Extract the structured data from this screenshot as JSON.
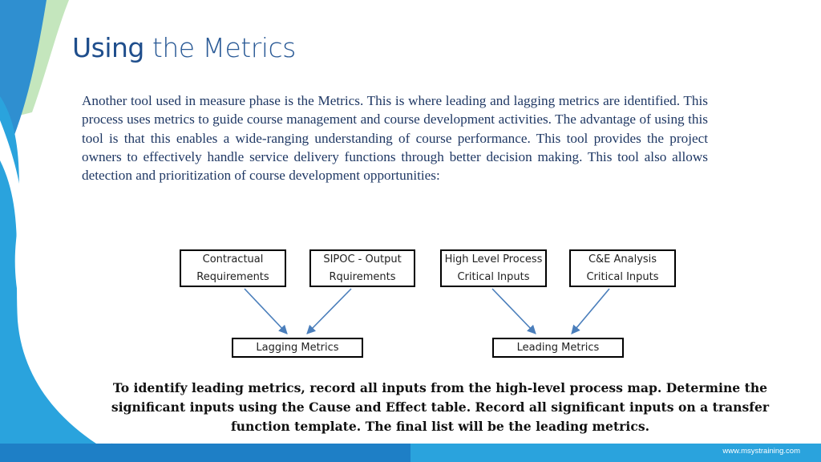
{
  "slide": {
    "title_part1": "Using",
    "title_part2": "the Metrics",
    "intro": "Another tool used in measure phase is the Metrics. This is where leading and lagging metrics are identified. This process uses metrics to guide course management and course development activities. The advantage of using this tool is that this enables a wide-ranging understanding of course performance. This tool provides the project owners to effectively handle service delivery functions through better decision making. This tool also allows detection and prioritization of course development opportunities:",
    "summary": "To identify leading metrics, record all inputs from the high-level process map. Determine the significant inputs using the Cause and Effect table. Record all significant inputs on a transfer function template. The final list will be the leading metrics.",
    "footer_url": "www.msystraining.com"
  },
  "diagram": {
    "inputs": [
      {
        "line1": "Contractual",
        "line2": "Requirements"
      },
      {
        "line1": "SIPOC - Output",
        "line2": "Rquirements"
      },
      {
        "line1": "High Level Process",
        "line2": "Critical Inputs"
      },
      {
        "line1": "C&E Analysis",
        "line2": "Critical Inputs"
      }
    ],
    "outputs": [
      {
        "label": "Lagging Metrics"
      },
      {
        "label": "Leading Metrics"
      }
    ]
  },
  "colors": {
    "title": "#1f4e8c",
    "intro_text": "#1f3864",
    "arrow": "#4a7ebb",
    "accent_blue": "#1e7fc6",
    "accent_light": "#2aa3dd",
    "accent_green": "#b8e0b0"
  }
}
